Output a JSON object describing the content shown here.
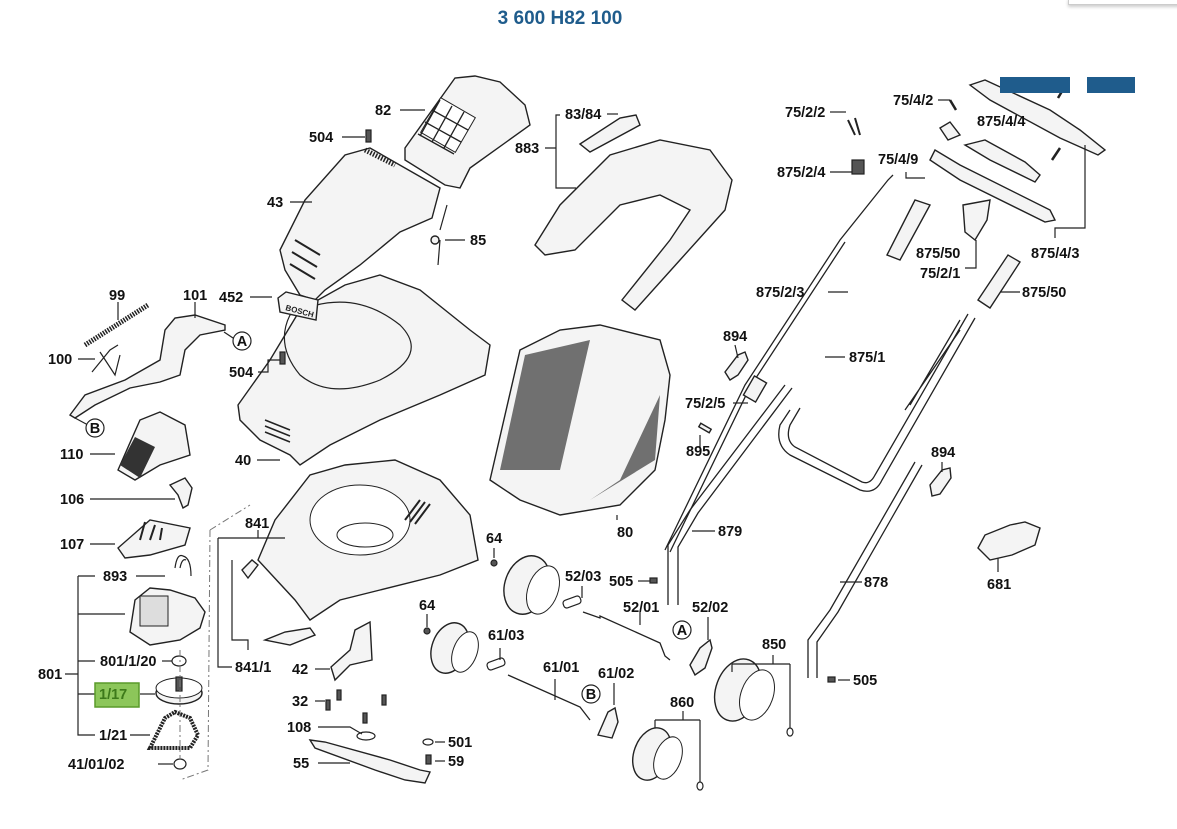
{
  "title": "3 600 H82 100",
  "highlight_color": "#8cc65a",
  "title_color": "#1f5c8c",
  "callouts": {
    "A": "A",
    "B": "B"
  },
  "labels": {
    "p82": "82",
    "p504a": "504",
    "p43": "43",
    "p85": "85",
    "p452": "452",
    "p504b": "504",
    "p40": "40",
    "p99": "99",
    "p101": "101",
    "p100": "100",
    "p110": "110",
    "p106": "106",
    "p107": "107",
    "p893": "893",
    "p801": "801",
    "p801_1_20": "801/1/20",
    "p1_17": "1/17",
    "p1_21": "1/21",
    "p41_01_02": "41/01/02",
    "p841": "841",
    "p841_1": "841/1",
    "p42": "42",
    "p32": "32",
    "p108": "108",
    "p55": "55",
    "p501": "501",
    "p59": "59",
    "p83_84": "83/84",
    "p883": "883",
    "p80": "80",
    "p64a": "64",
    "p64b": "64",
    "p52_03": "52/03",
    "p52_01": "52/01",
    "p52_02": "52/02",
    "p61_03": "61/03",
    "p61_01": "61/01",
    "p61_02": "61/02",
    "p505a": "505",
    "p505b": "505",
    "p850": "850",
    "p860": "860",
    "p879": "879",
    "p878": "878",
    "p894a": "894",
    "p894b": "894",
    "p895": "895",
    "p75_2_5": "75/2/5",
    "p875_1": "875/1",
    "p875_2_3": "875/2/3",
    "p875_2_4": "875/2/4",
    "p75_2_2": "75/2/2",
    "p75_4_2": "75/4/2",
    "p875_4_4": "875/4/4",
    "p75_4_9": "75/4/9",
    "p875_50a": "875/50",
    "p875_50b": "875/50",
    "p75_2_1": "75/2/1",
    "p875_4_3": "875/4/3",
    "p681": "681"
  }
}
